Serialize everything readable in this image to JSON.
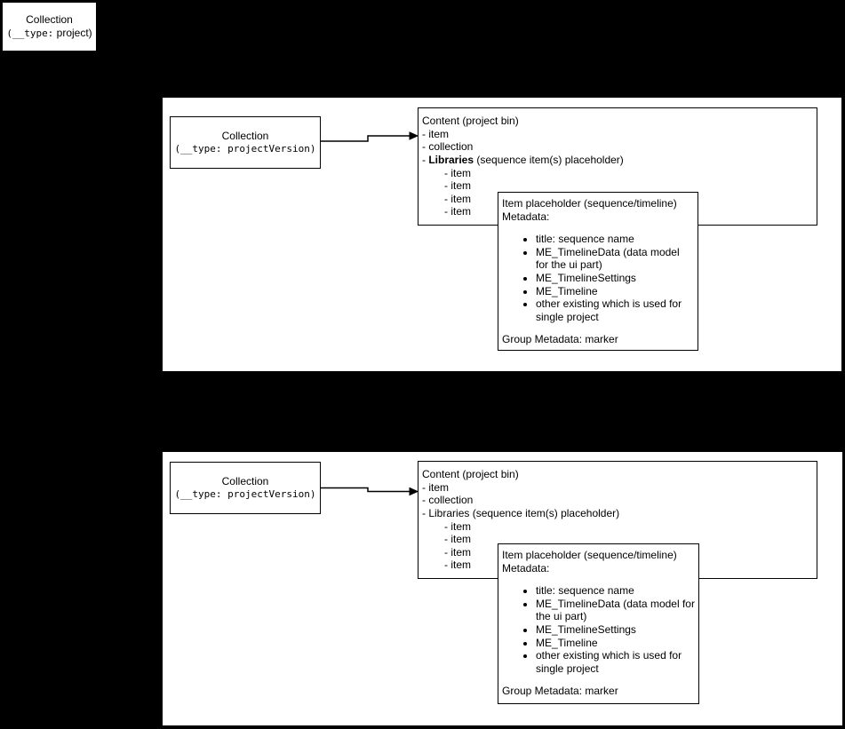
{
  "colors": {
    "background": "#000000",
    "shape_fill": "#ffffff",
    "shape_border": "#000000",
    "text": "#000000"
  },
  "root_box": {
    "title": "Collection",
    "subtitle_mono": "(__type:",
    "subtitle_rest": " project)"
  },
  "panels": {
    "top": {
      "collection": {
        "title": "Collection",
        "subtitle": "(__type: projectVersion)"
      },
      "content": {
        "title": "Content (project bin)",
        "items": [
          "- item",
          "- collection"
        ],
        "libraries_dash": "- ",
        "libraries_label": "Libraries",
        "libraries_suffix": " (sequence item(s) placeholder)",
        "sub_items": [
          "- item",
          "- item",
          "- item",
          "- item"
        ]
      },
      "item_placeholder": {
        "title": "Item placeholder (sequence/timeline)",
        "metadata_label": "Metadata:",
        "bullets": [
          "title: sequence name",
          "ME_TimelineData (data model for the ui part)",
          "ME_TimelineSettings",
          "ME_Timeline",
          "other existing which is used for single project"
        ],
        "group_metadata": "Group Metadata: marker"
      }
    },
    "bottom": {
      "collection": {
        "title": "Collection",
        "subtitle": "(__type: projectVersion)"
      },
      "content": {
        "title": "Content (project bin)",
        "items": [
          "- item",
          "- collection"
        ],
        "libraries_dash": "- ",
        "libraries_label": "Libraries",
        "libraries_suffix": " (sequence item(s) placeholder)",
        "sub_items": [
          "- item",
          "- item",
          "- item",
          "- item"
        ]
      },
      "item_placeholder": {
        "title": "Item placeholder (sequence/timeline)",
        "metadata_label": "Metadata:",
        "bullets": [
          "title: sequence name",
          "ME_TimelineData (data model for the ui part)",
          "ME_TimelineSettings",
          "ME_Timeline",
          "other existing which is used for single project"
        ],
        "group_metadata": "Group Metadata: marker"
      }
    }
  }
}
